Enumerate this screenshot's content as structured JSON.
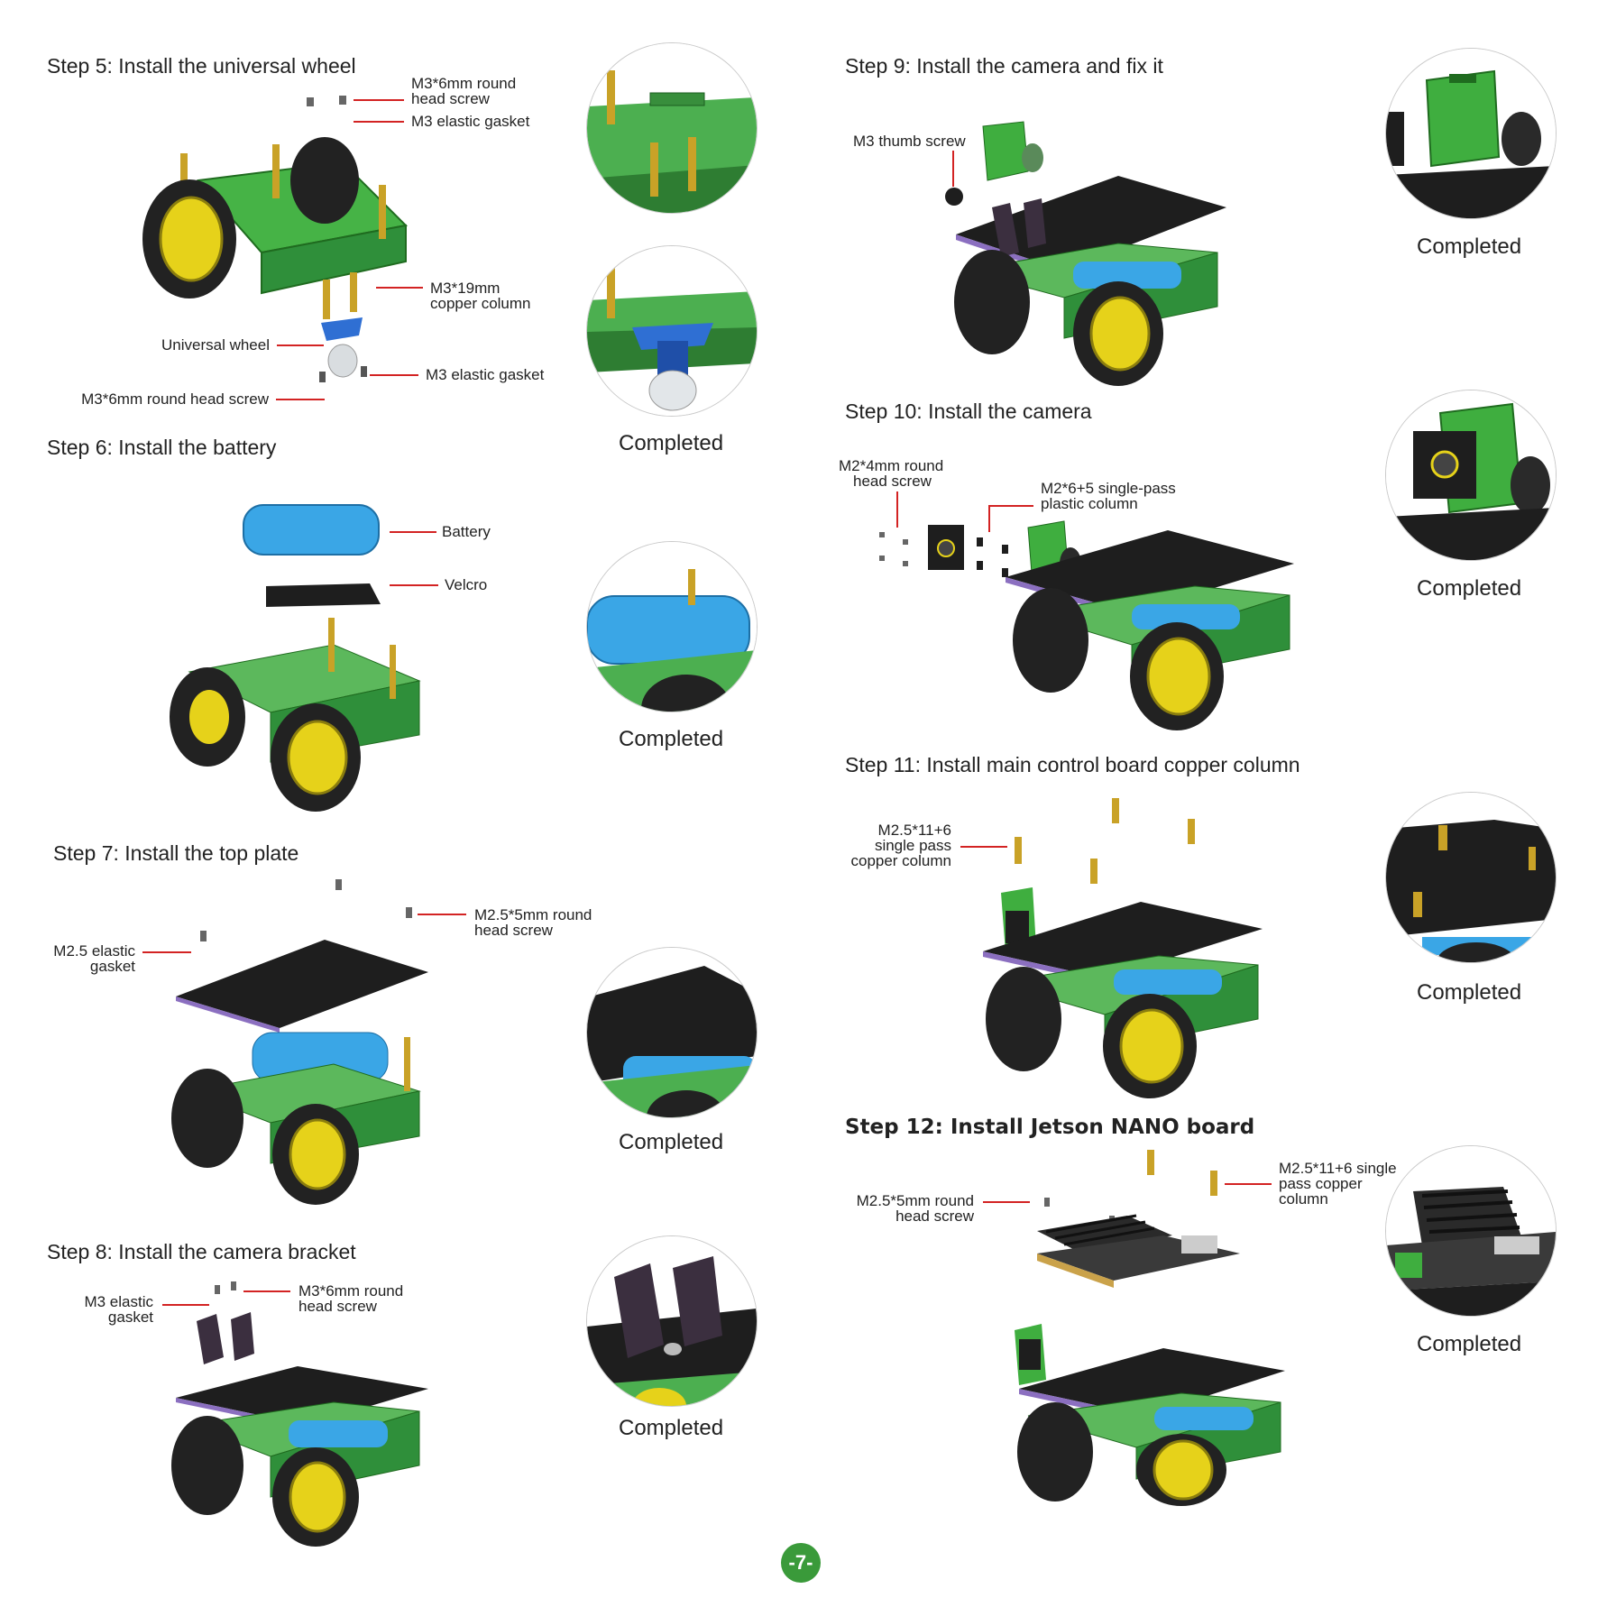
{
  "steps": {
    "s5": {
      "title": "Step 5: Install the universal wheel",
      "labels": {
        "screw_top": [
          "M3*6mm round",
          "head screw"
        ],
        "gasket_top": "M3 elastic gasket",
        "column": [
          "M3*19mm",
          "copper column"
        ],
        "wheel": "Universal wheel",
        "gasket_bottom": "M3 elastic gasket",
        "screw_bottom": "M3*6mm round head screw"
      }
    },
    "s6": {
      "title": "Step 6: Install the battery",
      "labels": {
        "battery": "Battery",
        "velcro": "Velcro"
      }
    },
    "s7": {
      "title": "Step 7: Install the top plate",
      "labels": {
        "gasket": [
          "M2.5 elastic",
          "gasket"
        ],
        "screw": [
          "M2.5*5mm round",
          "head screw"
        ]
      }
    },
    "s8": {
      "title": "Step 8: Install the camera bracket",
      "labels": {
        "gasket": [
          "M3 elastic",
          "gasket"
        ],
        "screw": [
          "M3*6mm round",
          "head screw"
        ]
      }
    },
    "s9": {
      "title": "Step 9: Install the camera and fix it",
      "labels": {
        "thumb": "M3 thumb screw"
      }
    },
    "s10": {
      "title": "Step 10: Install the camera",
      "labels": {
        "screw": [
          "M2*4mm round",
          "head screw"
        ],
        "column": [
          "M2*6+5 single-pass",
          "plastic column"
        ]
      }
    },
    "s11": {
      "title": "Step 11: Install main control board copper column",
      "labels": {
        "column": [
          "M2.5*11+6",
          "single pass",
          "copper column"
        ]
      }
    },
    "s12": {
      "title": "Step 12: Install Jetson NANO board",
      "labels": {
        "screw": [
          "M2.5*5mm round",
          "head screw"
        ],
        "column": [
          "M2.5*11+6 single",
          "pass copper",
          "column"
        ]
      }
    }
  },
  "completed_label": "Completed",
  "page_number": "-7-",
  "colors": {
    "green": "#3fae3f",
    "dark_green": "#2a8a3a",
    "yellow": "#e6d21a",
    "black_plate": "#1e1e1e",
    "blue": "#3aa6e6",
    "lead": "#d32323"
  }
}
